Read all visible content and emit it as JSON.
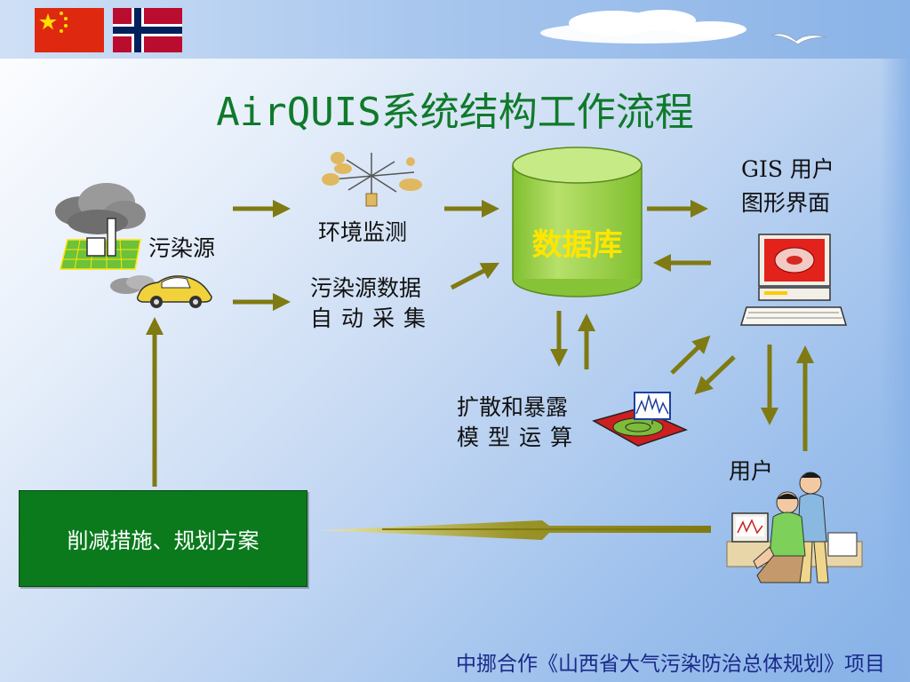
{
  "title": "AirQUIS系统结构工作流程",
  "nodes": {
    "pollution_source": "污染源",
    "env_monitoring": "环境监测",
    "pollution_data_line1": "污染源数据",
    "pollution_data_line2": "自动采集",
    "database": "数据库",
    "gis_line1": "GIS 用户",
    "gis_line2": "图形界面",
    "dispersion_line1": "扩散和暴露",
    "dispersion_line2": "模型运算",
    "user": "用户",
    "measures": "削减措施、规划方案"
  },
  "footer": "中挪合作《山西省大气污染防治总体规划》项目",
  "colors": {
    "arrow": "#7f7a12",
    "box_green": "#0a7a1c",
    "database_fill": "#a7d65a",
    "title": "#0f7a2a"
  }
}
